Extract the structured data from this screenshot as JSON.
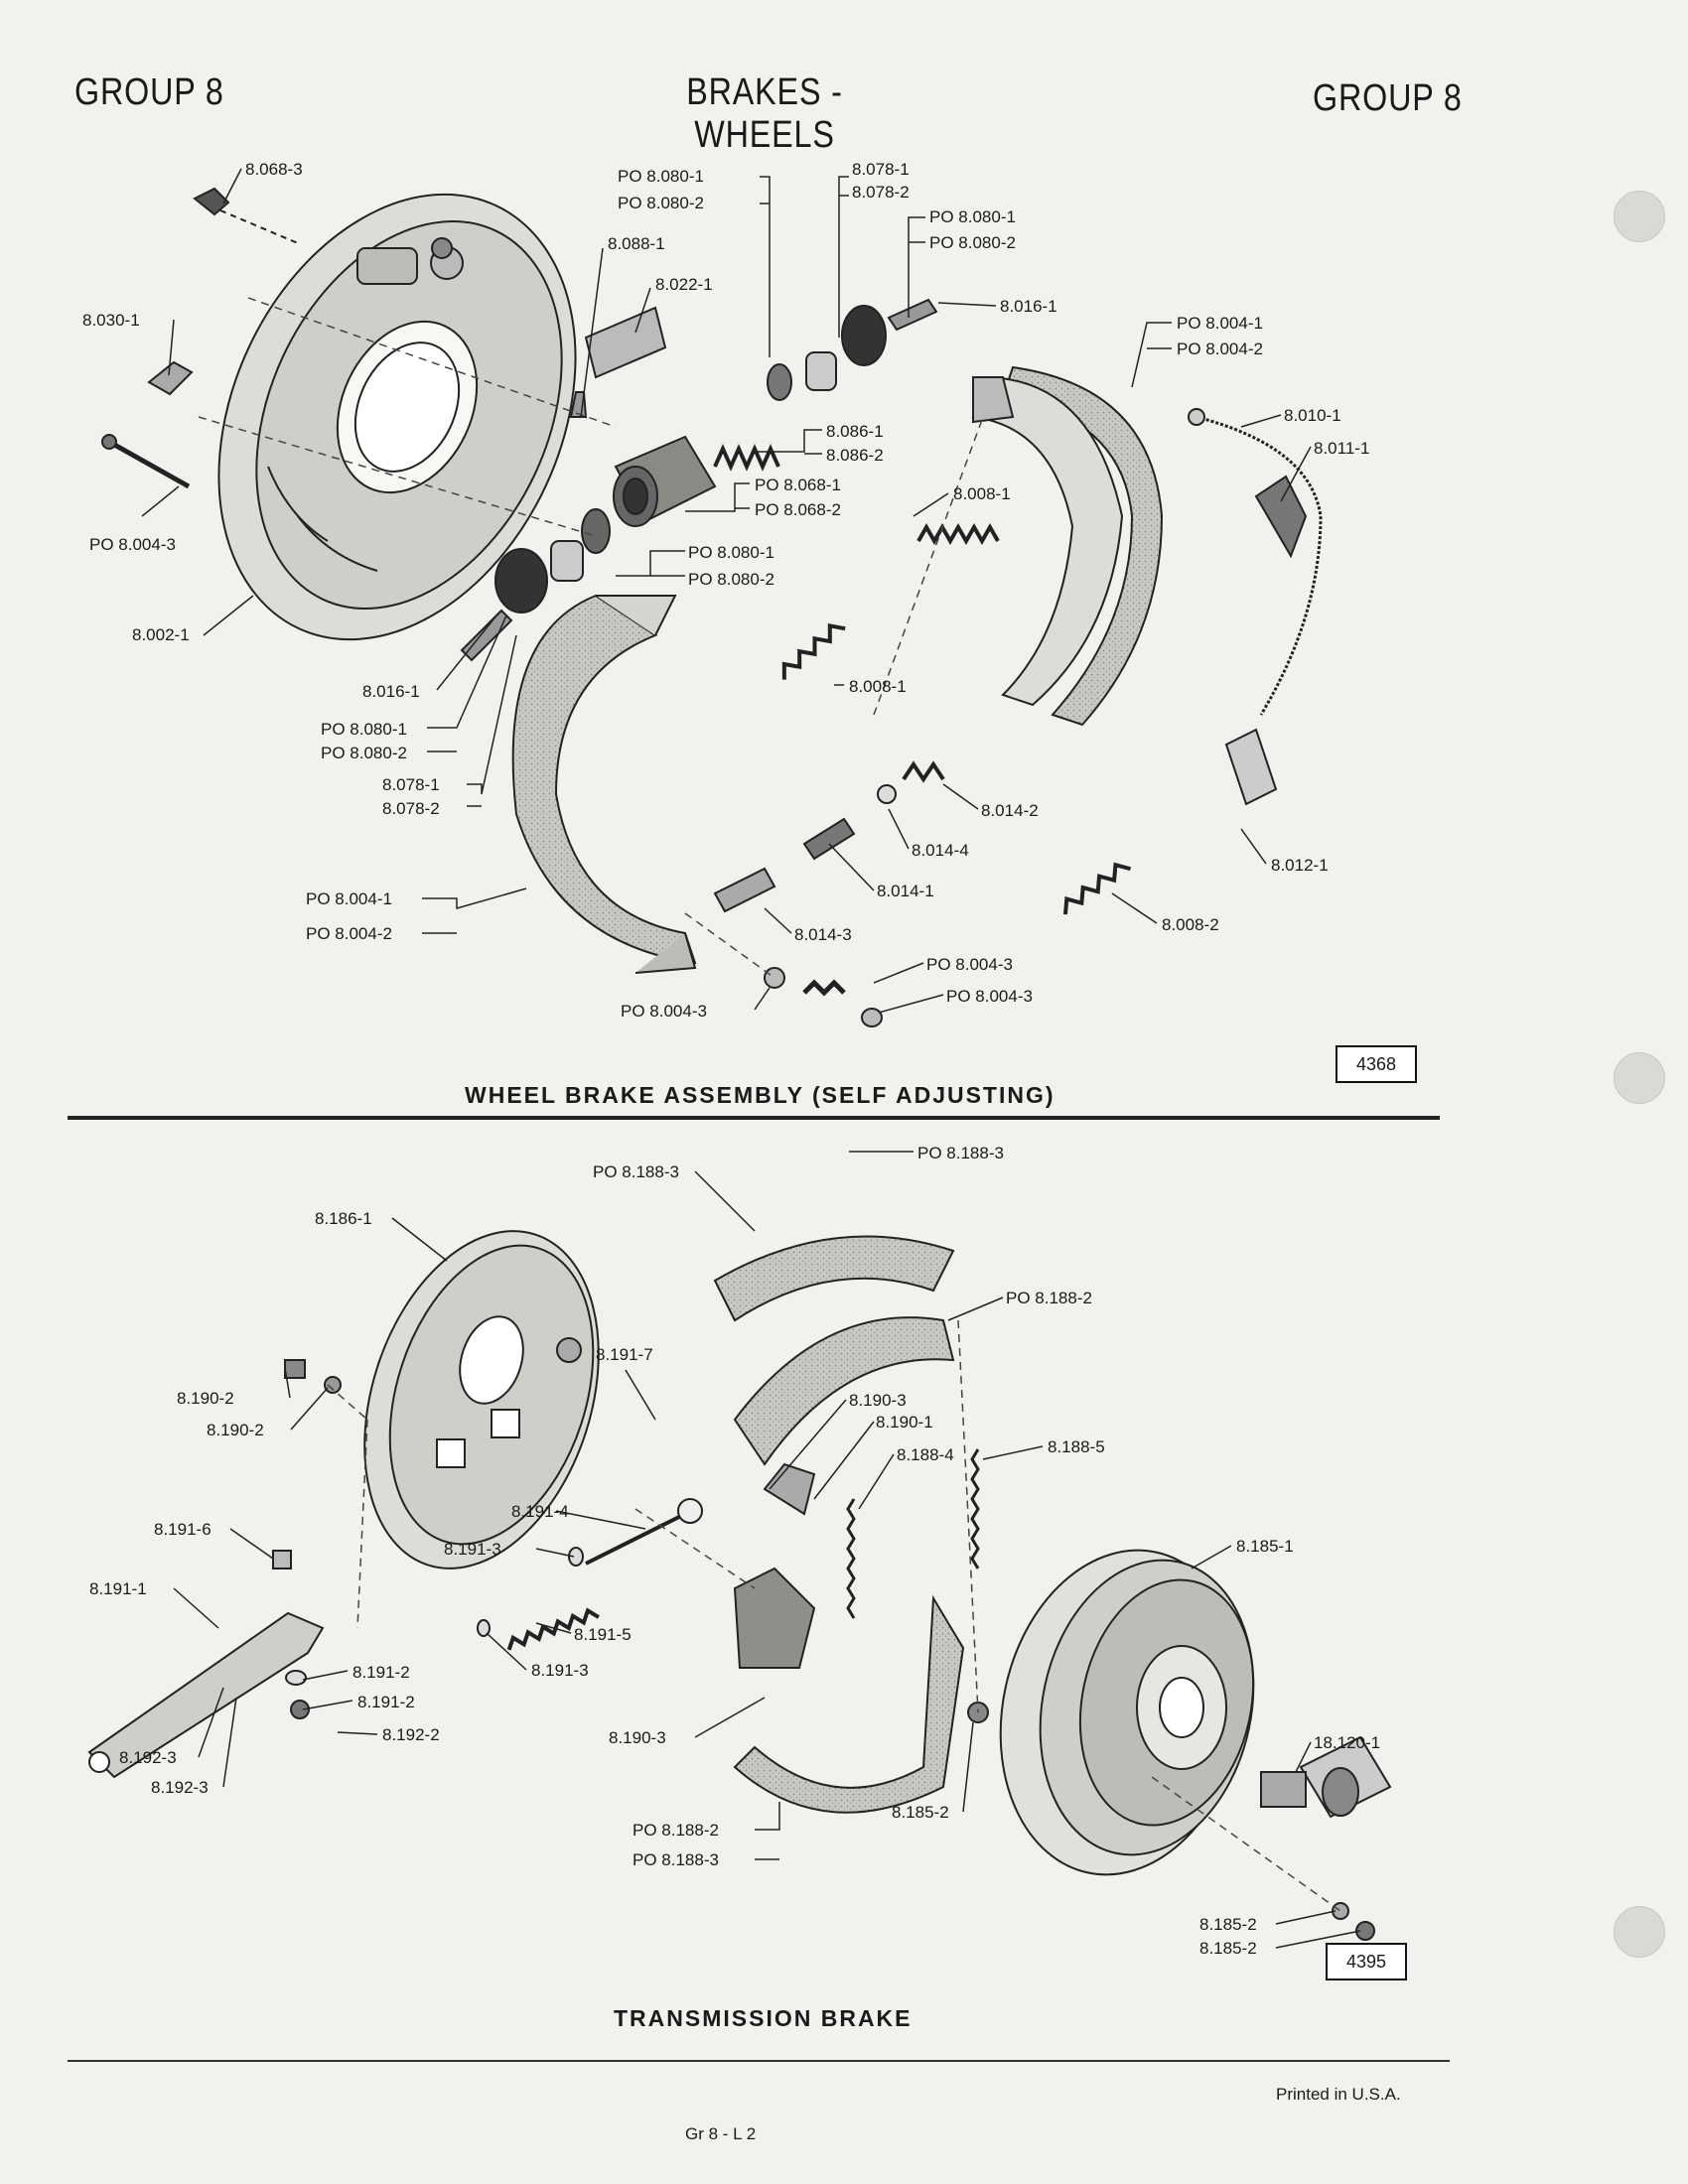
{
  "header": {
    "left": "GROUP 8",
    "center": "BRAKES - WHEELS",
    "right": "GROUP 8"
  },
  "figures": [
    {
      "caption": "WHEEL BRAKE ASSEMBLY (SELF ADJUSTING)",
      "figure_number": "4368",
      "labels": [
        {
          "id": "l1",
          "text": "8.068-3"
        },
        {
          "id": "l2",
          "text": "PO 8.080-1"
        },
        {
          "id": "l3",
          "text": "PO 8.080-2"
        },
        {
          "id": "l4",
          "text": "8.078-1"
        },
        {
          "id": "l5",
          "text": "8.078-2"
        },
        {
          "id": "l6",
          "text": "PO 8.080-1"
        },
        {
          "id": "l7",
          "text": "PO 8.080-2"
        },
        {
          "id": "l8",
          "text": "8.088-1"
        },
        {
          "id": "l9",
          "text": "8.022-1"
        },
        {
          "id": "l10",
          "text": "8.016-1"
        },
        {
          "id": "l11",
          "text": "8.030-1"
        },
        {
          "id": "l12",
          "text": "PO 8.004-1"
        },
        {
          "id": "l13",
          "text": "PO 8.004-2"
        },
        {
          "id": "l14",
          "text": "8.010-1"
        },
        {
          "id": "l15",
          "text": "8.011-1"
        },
        {
          "id": "l16",
          "text": "8.086-1"
        },
        {
          "id": "l17",
          "text": "8.086-2"
        },
        {
          "id": "l18",
          "text": "PO 8.068-1"
        },
        {
          "id": "l19",
          "text": "PO 8.068-2"
        },
        {
          "id": "l20",
          "text": "8.008-1"
        },
        {
          "id": "l21",
          "text": "PO 8.004-3"
        },
        {
          "id": "l22",
          "text": "PO 8.080-1"
        },
        {
          "id": "l23",
          "text": "PO 8.080-2"
        },
        {
          "id": "l24",
          "text": "8.002-1"
        },
        {
          "id": "l25",
          "text": "8.008-1"
        },
        {
          "id": "l26",
          "text": "8.016-1"
        },
        {
          "id": "l27",
          "text": "PO 8.080-1"
        },
        {
          "id": "l28",
          "text": "PO 8.080-2"
        },
        {
          "id": "l29",
          "text": "8.078-1"
        },
        {
          "id": "l30",
          "text": "8.078-2"
        },
        {
          "id": "l31",
          "text": "8.014-2"
        },
        {
          "id": "l32",
          "text": "8.014-4"
        },
        {
          "id": "l33",
          "text": "8.014-1"
        },
        {
          "id": "l34",
          "text": "8.012-1"
        },
        {
          "id": "l35",
          "text": "PO 8.004-1"
        },
        {
          "id": "l36",
          "text": "PO 8.004-2"
        },
        {
          "id": "l37",
          "text": "8.014-3"
        },
        {
          "id": "l38",
          "text": "8.008-2"
        },
        {
          "id": "l39",
          "text": "PO 8.004-3"
        },
        {
          "id": "l40",
          "text": "PO 8.004-3"
        },
        {
          "id": "l41",
          "text": "PO 8.004-3"
        }
      ]
    },
    {
      "caption": "TRANSMISSION BRAKE",
      "figure_number": "4395",
      "labels": [
        {
          "id": "t1",
          "text": "PO 8.188-3"
        },
        {
          "id": "t2",
          "text": "PO 8.188-3"
        },
        {
          "id": "t3",
          "text": "8.186-1"
        },
        {
          "id": "t4",
          "text": "PO 8.188-2"
        },
        {
          "id": "t5",
          "text": "8.191-7"
        },
        {
          "id": "t6",
          "text": "8.190-2"
        },
        {
          "id": "t7",
          "text": "8.190-2"
        },
        {
          "id": "t8",
          "text": "8.190-3"
        },
        {
          "id": "t9",
          "text": "8.190-1"
        },
        {
          "id": "t10",
          "text": "8.188-4"
        },
        {
          "id": "t11",
          "text": "8.188-5"
        },
        {
          "id": "t12",
          "text": "8.191-4"
        },
        {
          "id": "t13",
          "text": "8.191-6"
        },
        {
          "id": "t14",
          "text": "8.191-3"
        },
        {
          "id": "t15",
          "text": "8.185-1"
        },
        {
          "id": "t16",
          "text": "8.191-1"
        },
        {
          "id": "t17",
          "text": "8.191-5"
        },
        {
          "id": "t18",
          "text": "8.191-3"
        },
        {
          "id": "t19",
          "text": "8.191-2"
        },
        {
          "id": "t20",
          "text": "8.191-2"
        },
        {
          "id": "t21",
          "text": "8.192-2"
        },
        {
          "id": "t22",
          "text": "18.120-1"
        },
        {
          "id": "t23",
          "text": "8.190-3"
        },
        {
          "id": "t24",
          "text": "8.192-3"
        },
        {
          "id": "t25",
          "text": "8.192-3"
        },
        {
          "id": "t26",
          "text": "8.185-2"
        },
        {
          "id": "t27",
          "text": "PO 8.188-2"
        },
        {
          "id": "t28",
          "text": "PO 8.188-3"
        },
        {
          "id": "t29",
          "text": "8.185-2"
        },
        {
          "id": "t30",
          "text": "8.185-2"
        }
      ]
    }
  ],
  "footer": {
    "page": "Gr 8 - L 2",
    "printed": "Printed in U.S.A."
  }
}
